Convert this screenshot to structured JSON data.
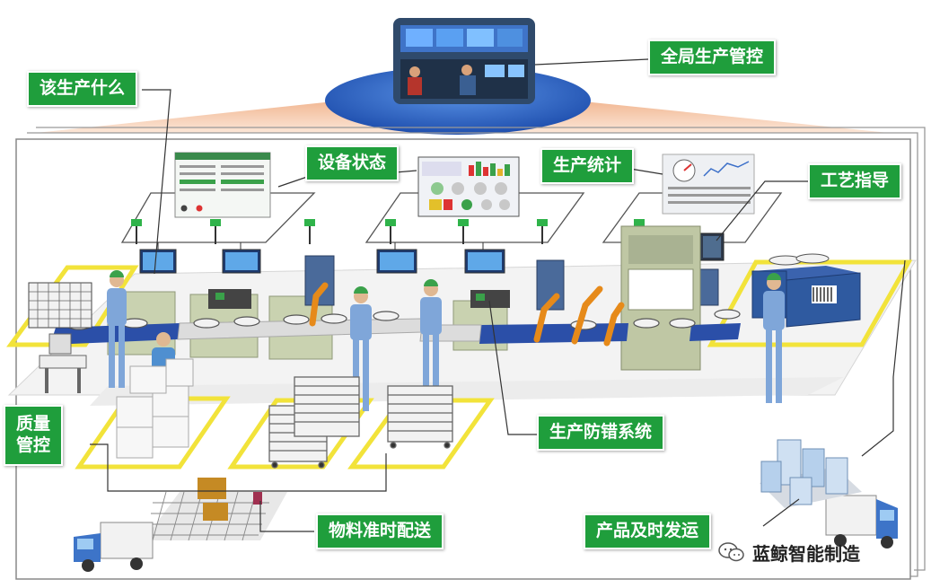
{
  "labels": {
    "global_control": "全局生产管控",
    "what_to_produce": "该生产什么",
    "equipment_status": "设备状态",
    "production_stats": "生产统计",
    "process_guidance": "工艺指导",
    "quality_control_line1": "质量",
    "quality_control_line2": "管控",
    "error_proofing": "生产防错系统",
    "material_delivery": "物料准时配送",
    "product_shipping": "产品及时发运"
  },
  "watermark": {
    "text": "蓝鲸智能制造",
    "icon": "wechat-icon"
  },
  "colors": {
    "label_bg": "#1f9e3c",
    "label_text": "#ffffff",
    "conveyor": "#2b4fa8",
    "floor_outline": "#f2e33a",
    "worker": "#7fa6d9",
    "cap": "#3aa14a",
    "robot": "#e68a1a",
    "platform": "#2f5aa0",
    "beam": "#f3b995",
    "machine": "#bfc7a4"
  }
}
